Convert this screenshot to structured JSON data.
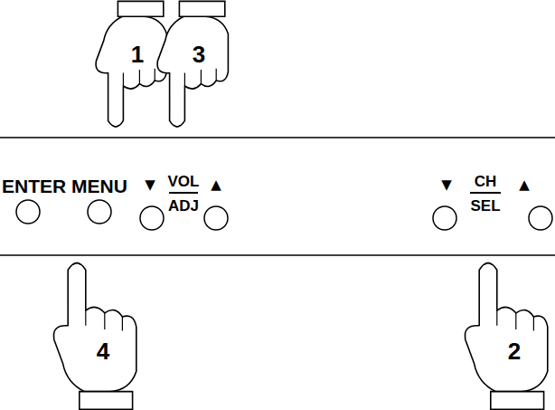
{
  "diagram": {
    "labels": [
      "1",
      "3",
      "ENTER",
      "MENU",
      "▼",
      "VOL",
      "ADJ",
      "▲",
      "▼",
      "CH",
      "SEL",
      "▲",
      "4",
      "2"
    ]
  }
}
